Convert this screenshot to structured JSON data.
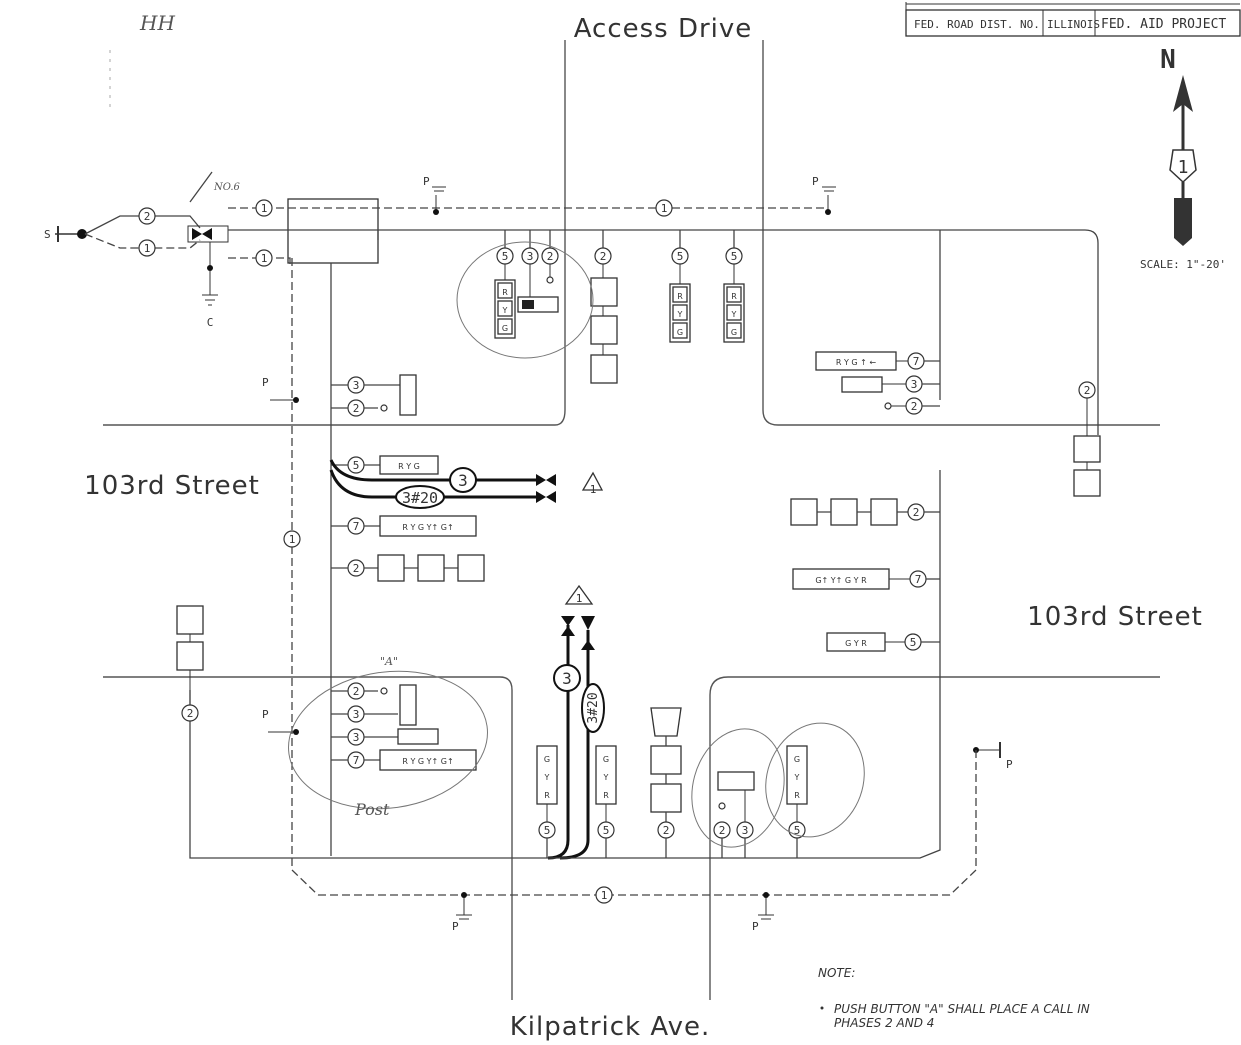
{
  "title_block": {
    "fed_road_dist_label": "FED. ROAD DIST. NO.",
    "state": "ILLINOIS",
    "project_label": "FED. AID PROJECT"
  },
  "north_arrow": {
    "letter": "N",
    "route_number": "1",
    "scale": "SCALE: 1\"-20'"
  },
  "streets": {
    "north": "Access Drive",
    "south": "Kilpatrick Ave.",
    "west": "103rd Street",
    "east": "103rd Street"
  },
  "service": {
    "service_label": "S",
    "wire_label": "NO.6",
    "ground_label": "C"
  },
  "power_labels": [
    "P",
    "P",
    "P",
    "P",
    "P",
    "P"
  ],
  "new_cables": {
    "count": "3",
    "spec": "3#20",
    "revision_mark": "1"
  },
  "handwritten": {
    "tally": "HH",
    "post": "Post",
    "pushbutton_tag": "\"A\""
  },
  "signal_letters": {
    "red": "R",
    "yellow": "Y",
    "green": "G"
  },
  "cable_counts": [
    "1",
    "2",
    "3",
    "5",
    "7"
  ],
  "note": {
    "heading": "NOTE:",
    "text_line1": "PUSH BUTTON \"A\" SHALL PLACE A CALL IN",
    "text_line2": "PHASES 2 AND 4"
  },
  "colors": {
    "ink": "#333333",
    "paper": "#ffffff",
    "new_work": "#111111"
  }
}
